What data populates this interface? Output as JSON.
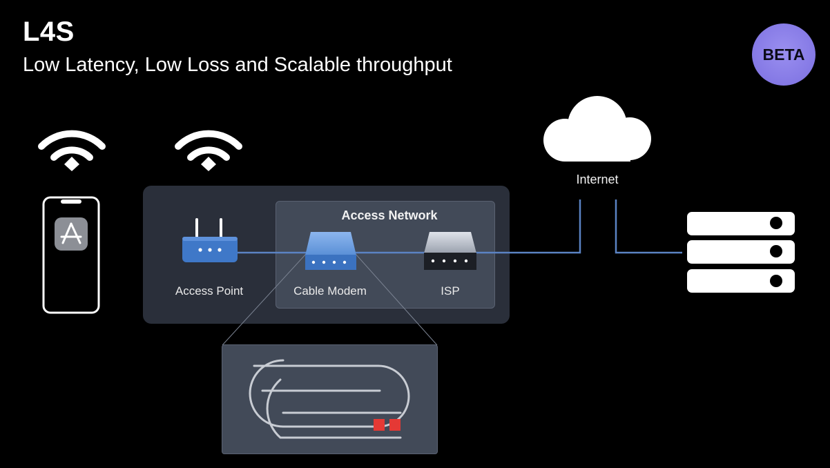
{
  "slide": {
    "title": "L4S",
    "subtitle": "Low Latency, Low Loss and Scalable throughput",
    "badge": "BETA"
  },
  "nodes": {
    "access_network": "Access Network",
    "access_point": "Access Point",
    "cable_modem": "Cable Modem",
    "isp": "ISP",
    "internet": "Internet"
  },
  "icons": [
    "wifi-icon",
    "wifi-icon",
    "iphone-icon",
    "app-store-icon",
    "router-icon",
    "cable-modem-icon",
    "isp-switch-icon",
    "cloud-icon",
    "server-icon",
    "queue-icon"
  ],
  "colors": {
    "background": "#000000",
    "panel": "#2a2f3a",
    "access_panel": "#424a58",
    "link": "#5b83c4",
    "device_blue": "#3f78c8",
    "badge": "#8a7fe8",
    "queue_packet": "#e53935"
  }
}
